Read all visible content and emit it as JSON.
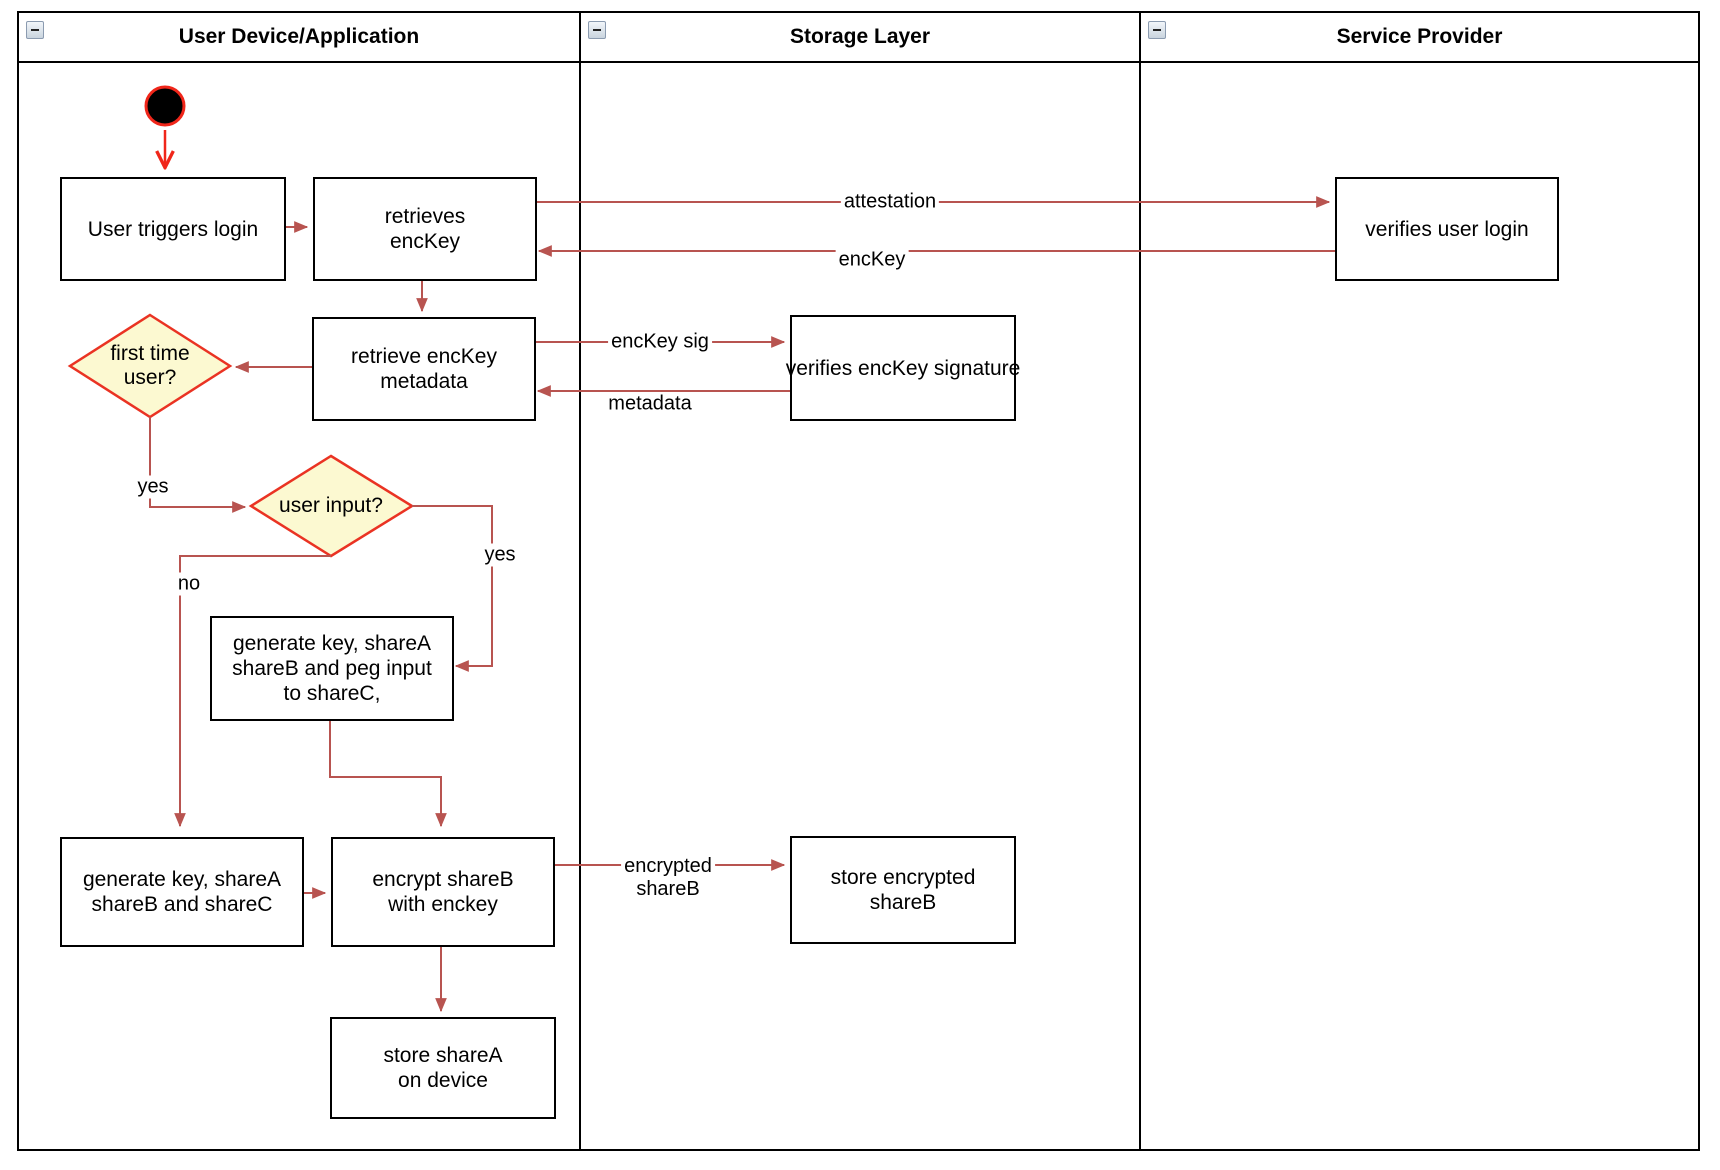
{
  "lanes": [
    {
      "title": "User Device/Application"
    },
    {
      "title": "Storage Layer"
    },
    {
      "title": "Service Provider"
    }
  ],
  "nodes": {
    "user_triggers_login": {
      "label": "User triggers login"
    },
    "retrieves_enckey": {
      "label": "retrieves\nencKey"
    },
    "retrieve_enckey_metadata": {
      "label": "retrieve encKey\nmetadata"
    },
    "first_time_user": {
      "label": "first time\nuser?"
    },
    "user_input": {
      "label": "user input?"
    },
    "generate_peg_input": {
      "label": "generate key, shareA\nshareB and peg input\nto shareC,"
    },
    "generate_sharec": {
      "label": "generate key, shareA\nshareB and shareC"
    },
    "encrypt_shareb": {
      "label": "encrypt shareB\nwith enckey"
    },
    "store_sharea": {
      "label": "store shareA\non device"
    },
    "verifies_signature": {
      "label": "verifies encKey signature"
    },
    "store_encrypted_shareb": {
      "label": "store encrypted\nshareB"
    },
    "verifies_user_login": {
      "label": "verifies user login"
    }
  },
  "edge_labels": {
    "attestation": "attestation",
    "enckey": "encKey",
    "enckey_sig": "encKey sig",
    "metadata": "metadata",
    "yes_first_time": "yes",
    "yes_user_input": "yes",
    "no_user_input": "no",
    "encrypted_shareb": "encrypted\nshareB"
  },
  "colors": {
    "arrow": "#B85450",
    "start_red": "#F0261A",
    "diamond_stroke": "#EA3323",
    "diamond_fill": "#FCF9D1"
  }
}
